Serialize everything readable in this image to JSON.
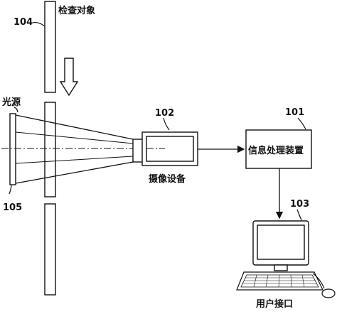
{
  "labels": {
    "inspection_object": "检查对象",
    "light_source": "光源",
    "camera_device": "摄像设备",
    "info_processing_device": "信息处理装置",
    "user_interface": "用户接口"
  },
  "reference_numerals": {
    "object": "104",
    "light_source": "105",
    "camera": "102",
    "processor": "101",
    "interface": "103"
  },
  "colors": {
    "line": "#111111",
    "background": "#ffffff"
  },
  "icons": {
    "motion_arrow": "down-arrow-icon",
    "monitor": "monitor-icon",
    "keyboard": "keyboard-icon",
    "mouse": "mouse-icon"
  }
}
